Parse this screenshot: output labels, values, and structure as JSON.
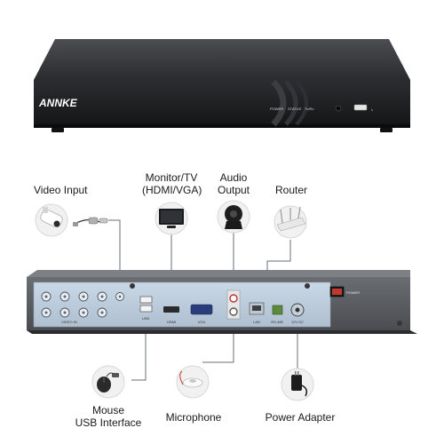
{
  "front_panel": {
    "brand": "ANNKE",
    "indicators": [
      "POWER",
      "STATUS",
      "Tx/Rx"
    ]
  },
  "labels": {
    "video_input": "Video Input",
    "monitor_line1": "Monitor/TV",
    "monitor_line2": "(HDMI/VGA)",
    "audio_line1": "Audio",
    "audio_line2": "Output",
    "router": "Router",
    "mouse_line1": "Mouse",
    "mouse_line2": "USB Interface",
    "microphone": "Microphone",
    "power_adapter": "Power Adapter"
  },
  "rear_panel": {
    "video_in": "VIDEO IN",
    "usb": "USB",
    "hdmi": "HDMI",
    "vga": "VGA",
    "lan": "LAN",
    "rs485": "RS-485",
    "dc12v": "12V DC",
    "power": "POWER"
  }
}
